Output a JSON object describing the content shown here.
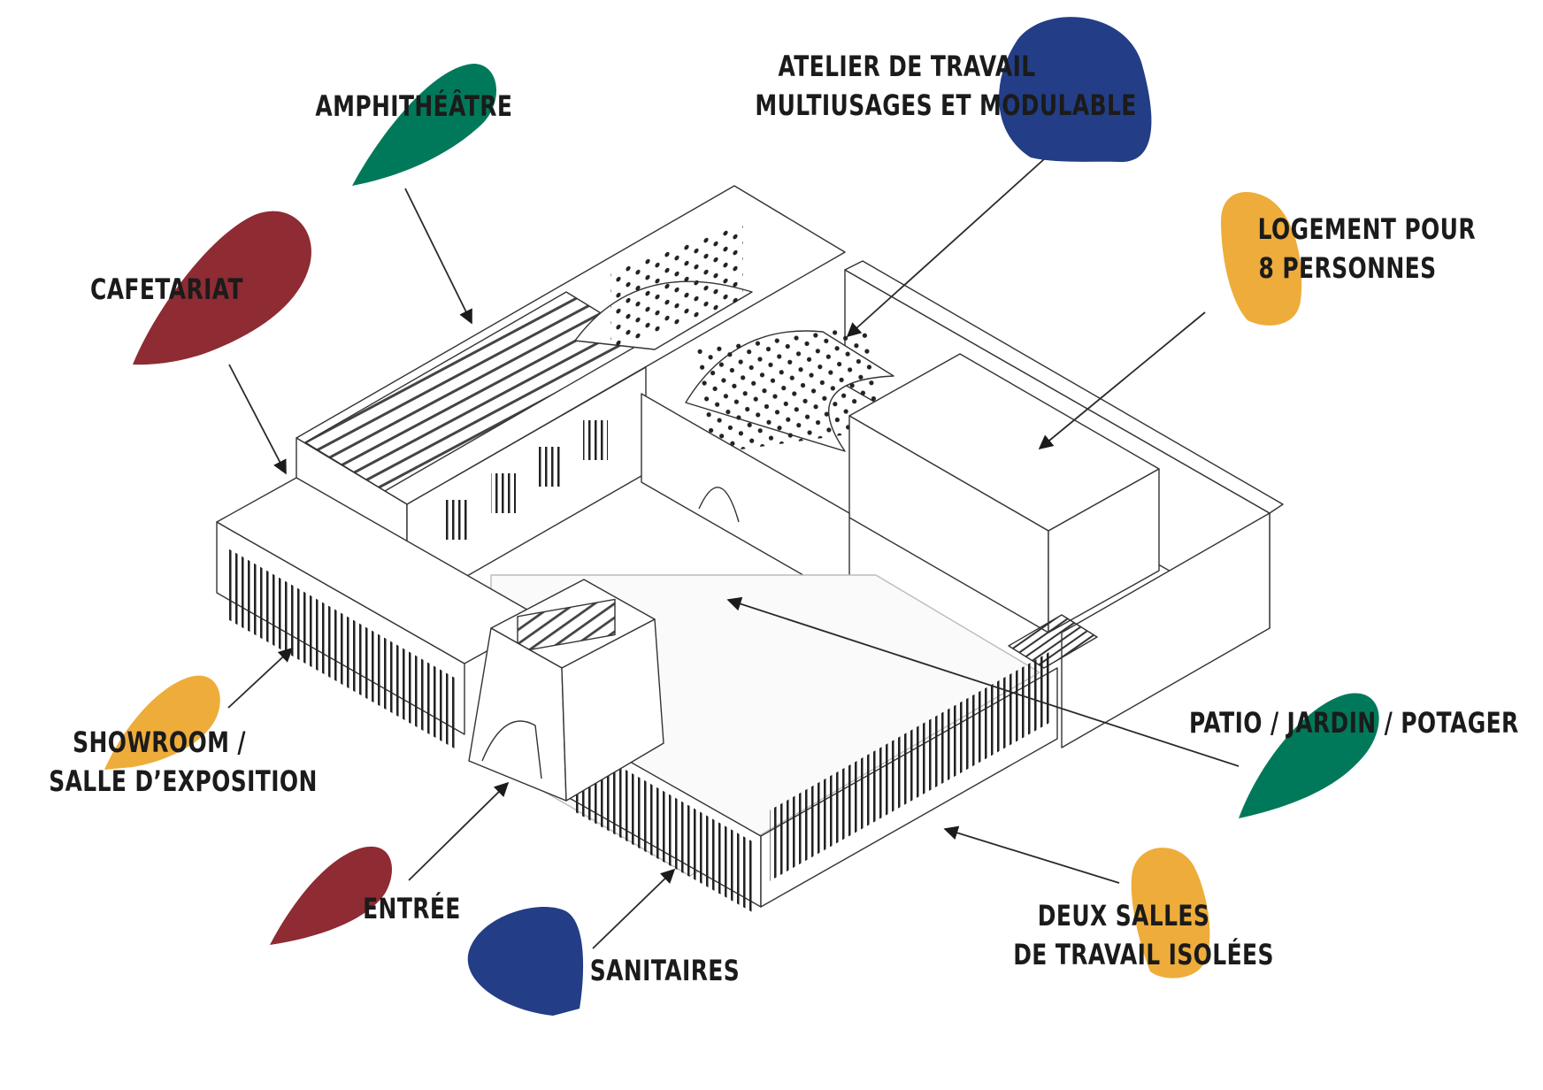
{
  "labels": {
    "amphitheatre": "AMPHITHÉÂTRE",
    "atelier_line1": "ATELIER DE TRAVAIL",
    "atelier_line2": "MULTIUSAGES ET MODULABLE",
    "logement_line1": "LOGEMENT POUR",
    "logement_line2": "8 PERSONNES",
    "cafetariat": "CAFETARIAT",
    "showroom_line1": "SHOWROOM /",
    "showroom_line2": "SALLE D’EXPOSITION",
    "patio": "PATIO / JARDIN / POTAGER",
    "entree": "ENTRÉE",
    "sanitaires": "SANITAIRES",
    "deux_salles_line1": "DEUX SALLES",
    "deux_salles_line2": "DE TRAVAIL ISOLÉES"
  },
  "colors": {
    "green": "#00795a",
    "blue": "#233e86",
    "red": "#8e2b33",
    "yellow": "#eeac3b",
    "line": "#2a2a2a"
  }
}
